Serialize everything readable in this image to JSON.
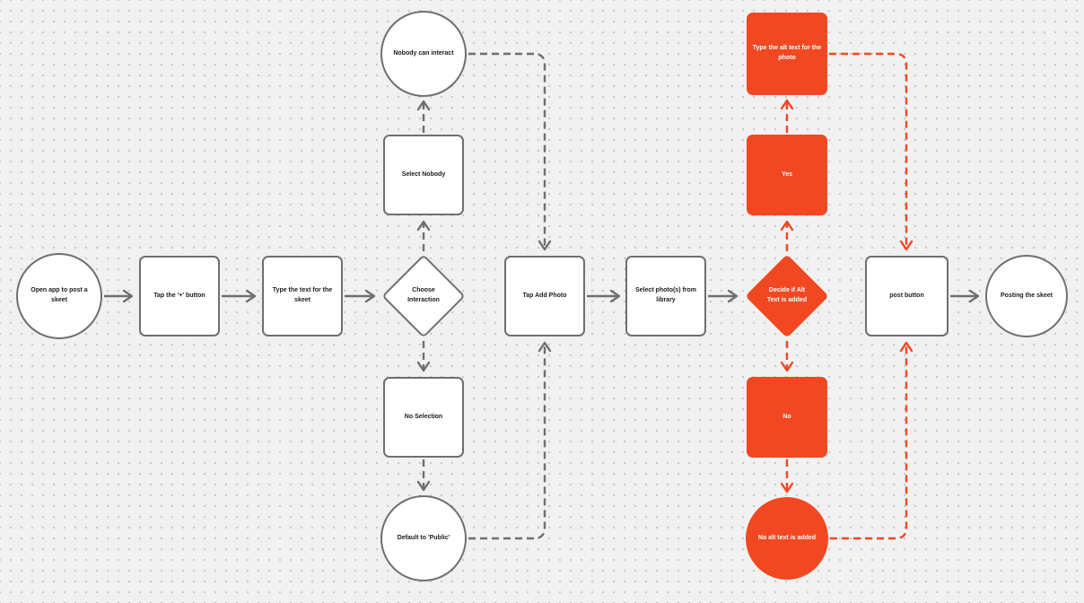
{
  "canvas": {
    "description": "Flowchart for posting a skeet",
    "colors": {
      "background": "#F1F1F1",
      "dot_grid": "#C7C7C7",
      "shape_stroke_gray": "#6F6F6F",
      "accent_red": "#F24822",
      "text_dark": "#1C1C1C",
      "text_on_red": "#FFFFFF"
    }
  },
  "nodes": {
    "open_app": {
      "label": "Open app to post a skeet",
      "shape": "circle",
      "variant": "gray"
    },
    "tap_plus": {
      "label": "Tap the '+' button",
      "shape": "rect",
      "variant": "gray"
    },
    "type_text": {
      "label": "Type the text for the skeet",
      "shape": "rect",
      "variant": "gray"
    },
    "choose_interaction": {
      "label": "Choose Interaction",
      "shape": "diamond",
      "variant": "gray"
    },
    "select_nobody": {
      "label": "Select Nobody",
      "shape": "rect",
      "variant": "gray"
    },
    "nobody_can_interact": {
      "label": "Nobody can interact",
      "shape": "circle",
      "variant": "gray"
    },
    "no_selection": {
      "label": "No Selection",
      "shape": "rect",
      "variant": "gray"
    },
    "default_public": {
      "label": "Default to 'Public'",
      "shape": "circle",
      "variant": "gray"
    },
    "tap_add_photo": {
      "label": "Tap Add Photo",
      "shape": "rect",
      "variant": "gray"
    },
    "select_photos": {
      "label": "Select photo(s) from library",
      "shape": "rect",
      "variant": "gray"
    },
    "decide_alt": {
      "label": "Decide if Alt Text is added",
      "shape": "diamond",
      "variant": "red"
    },
    "yes": {
      "label": "Yes",
      "shape": "rect",
      "variant": "red"
    },
    "type_alt_text": {
      "label": "Type the alt text for the photo",
      "shape": "rect",
      "variant": "red"
    },
    "no": {
      "label": "No",
      "shape": "rect",
      "variant": "red"
    },
    "no_alt_text": {
      "label": "No alt text is added",
      "shape": "circle",
      "variant": "red"
    },
    "post_button": {
      "label": "post button",
      "shape": "rect",
      "variant": "gray"
    },
    "posting_skeet": {
      "label": "Posting the skeet",
      "shape": "circle",
      "variant": "gray"
    }
  },
  "edges": [
    {
      "from": "open_app",
      "to": "tap_plus",
      "style": "solid-gray"
    },
    {
      "from": "tap_plus",
      "to": "type_text",
      "style": "solid-gray"
    },
    {
      "from": "type_text",
      "to": "choose_interaction",
      "style": "solid-gray"
    },
    {
      "from": "choose_interaction",
      "to": "select_nobody",
      "style": "dashed-gray"
    },
    {
      "from": "select_nobody",
      "to": "nobody_can_interact",
      "style": "dashed-gray"
    },
    {
      "from": "choose_interaction",
      "to": "no_selection",
      "style": "dashed-gray"
    },
    {
      "from": "no_selection",
      "to": "default_public",
      "style": "dashed-gray"
    },
    {
      "from": "nobody_can_interact",
      "to": "tap_add_photo",
      "style": "dashed-gray"
    },
    {
      "from": "default_public",
      "to": "tap_add_photo",
      "style": "dashed-gray"
    },
    {
      "from": "tap_add_photo",
      "to": "select_photos",
      "style": "solid-gray"
    },
    {
      "from": "select_photos",
      "to": "decide_alt",
      "style": "solid-gray"
    },
    {
      "from": "decide_alt",
      "to": "yes",
      "style": "dashed-red"
    },
    {
      "from": "yes",
      "to": "type_alt_text",
      "style": "dashed-red"
    },
    {
      "from": "decide_alt",
      "to": "no",
      "style": "dashed-red"
    },
    {
      "from": "no",
      "to": "no_alt_text",
      "style": "dashed-red"
    },
    {
      "from": "type_alt_text",
      "to": "post_button",
      "style": "dashed-red"
    },
    {
      "from": "no_alt_text",
      "to": "post_button",
      "style": "dashed-red"
    },
    {
      "from": "post_button",
      "to": "posting_skeet",
      "style": "solid-gray"
    }
  ]
}
